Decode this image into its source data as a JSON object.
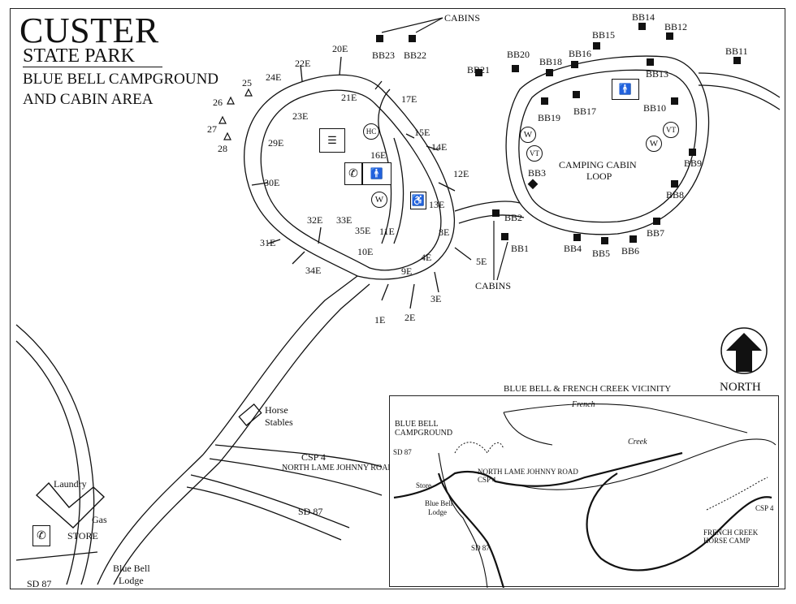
{
  "title": {
    "main": "CUSTER",
    "sub": "STATE PARK",
    "line1": "BLUE BELL CAMPGROUND",
    "line2": "AND CABIN AREA"
  },
  "campsites": [
    "1E",
    "2E",
    "3E",
    "4E",
    "5E",
    "8E",
    "9E",
    "10E",
    "11E",
    "12E",
    "13E",
    "14E",
    "15E",
    "16E",
    "17E",
    "20E",
    "21E",
    "22E",
    "23E",
    "24E",
    "29E",
    "30E",
    "31E",
    "32E",
    "33E",
    "34E",
    "35E"
  ],
  "tent_sites": [
    "25",
    "26",
    "27",
    "28"
  ],
  "cabins": [
    "BB1",
    "BB2",
    "BB3",
    "BB4",
    "BB5",
    "BB6",
    "BB7",
    "BB8",
    "BB9",
    "BB10",
    "BB11",
    "BB12",
    "BB13",
    "BB14",
    "BB15",
    "BB16",
    "BB17",
    "BB18",
    "BB19",
    "BB20",
    "BB21",
    "BB22",
    "BB23"
  ],
  "labels": {
    "cabins_top": "CABINS",
    "cabins_bottom": "CABINS",
    "loop_line1": "CAMPING CABIN",
    "loop_line2": "LOOP",
    "horse_line1": "Horse",
    "horse_line2": "Stables",
    "csp4": "CSP 4",
    "north_lame": "NORTH LAME JOHNNY ROAD",
    "sd87_mid": "SD 87",
    "sd87_bottom": "SD 87",
    "laundry": "Laundry",
    "gas": "Gas",
    "store": "STORE",
    "lodge_line1": "Blue Bell",
    "lodge_line2": "Lodge",
    "north": "NORTH",
    "vicinity": "BLUE BELL & FRENCH CREEK VICINITY"
  },
  "symbols": {
    "hc": "HC",
    "water": "W",
    "vault_toilet": "VT",
    "phone_icon": "phone-icon",
    "restroom_icon": "restroom-icon",
    "accessible_icon": "accessible-icon",
    "amphitheater_icon": "amphitheater-icon",
    "north_arrow_icon": "north-arrow-icon"
  },
  "inset": {
    "blue_bell_line1": "BLUE BELL",
    "blue_bell_line2": "CAMPGROUND",
    "french": "French",
    "creek": "Creek",
    "sd87_top": "SD 87",
    "north_lame": "NORTH LAME JOHNNY ROAD",
    "csp4": "CSP 4",
    "store": "Store",
    "lodge_line1": "Blue Bell",
    "lodge_line2": "Lodge",
    "sd87_bottom": "SD 87",
    "french_creek_line1": "FRENCH CREEK",
    "french_creek_line2": "HORSE CAMP",
    "csp4_right": "CSP 4"
  }
}
